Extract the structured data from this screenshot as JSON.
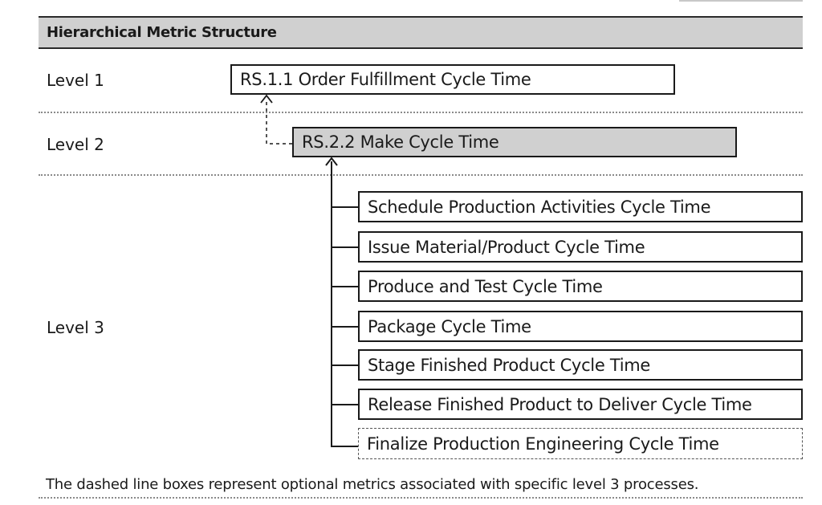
{
  "header": {
    "title": "Hierarchical Metric Structure"
  },
  "levels": {
    "level1": "Level 1",
    "level2": "Level 2",
    "level3": "Level 3"
  },
  "level1_metric": {
    "label": "RS.1.1 Order Fulfillment Cycle Time"
  },
  "level2_metric": {
    "label": "RS.2.2 Make Cycle Time"
  },
  "level3_metrics": [
    {
      "label": "Schedule Production Activities Cycle Time",
      "optional": false
    },
    {
      "label": "Issue Material/Product Cycle Time",
      "optional": false
    },
    {
      "label": "Produce and Test Cycle Time",
      "optional": false
    },
    {
      "label": "Package Cycle Time",
      "optional": false
    },
    {
      "label": "Stage Finished Product Cycle Time",
      "optional": false
    },
    {
      "label": "Release Finished Product to Deliver Cycle Time",
      "optional": false
    },
    {
      "label": "Finalize Production Engineering Cycle Time",
      "optional": true
    }
  ],
  "footnote": "The dashed line boxes represent optional metrics associated with specific level 3 processes."
}
